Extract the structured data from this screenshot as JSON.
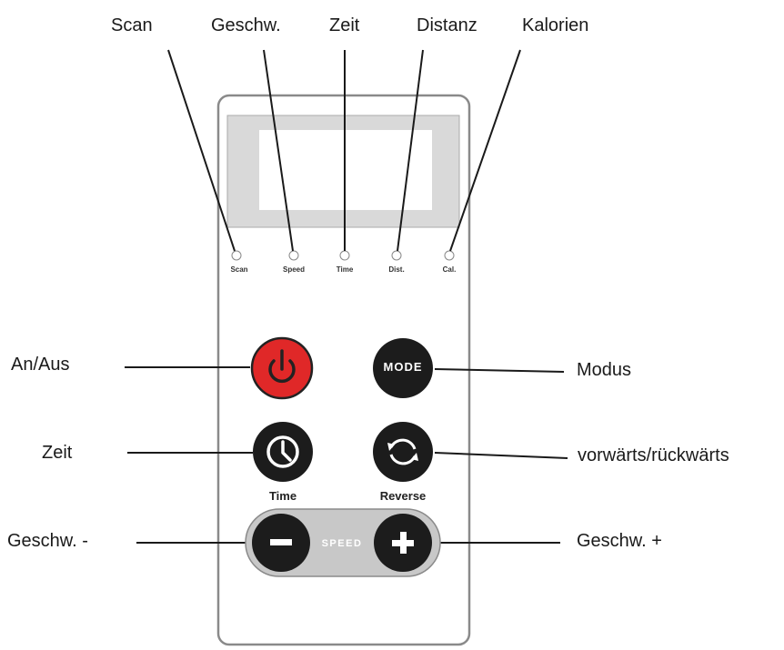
{
  "top_labels": {
    "scan": "Scan",
    "speed": "Geschw.",
    "time": "Zeit",
    "distance": "Distanz",
    "calories": "Kalorien"
  },
  "indicators": {
    "scan": "Scan",
    "speed": "Speed",
    "time": "Time",
    "distance": "Dist.",
    "calories": "Cal."
  },
  "side_labels": {
    "power": "An/Aus",
    "mode": "Modus",
    "time": "Zeit",
    "reverse": "vorwärts/rückwärts",
    "speed_minus": "Geschw. -",
    "speed_plus": "Geschw. +"
  },
  "buttons": {
    "mode_text": "MODE",
    "time_caption": "Time",
    "reverse_caption": "Reverse",
    "speed_text": "SPEED"
  },
  "colors": {
    "power": "#e02828",
    "button": "#1c1c1c",
    "remote_border": "#8a8a8a",
    "display_frame": "#d9d9d9"
  }
}
